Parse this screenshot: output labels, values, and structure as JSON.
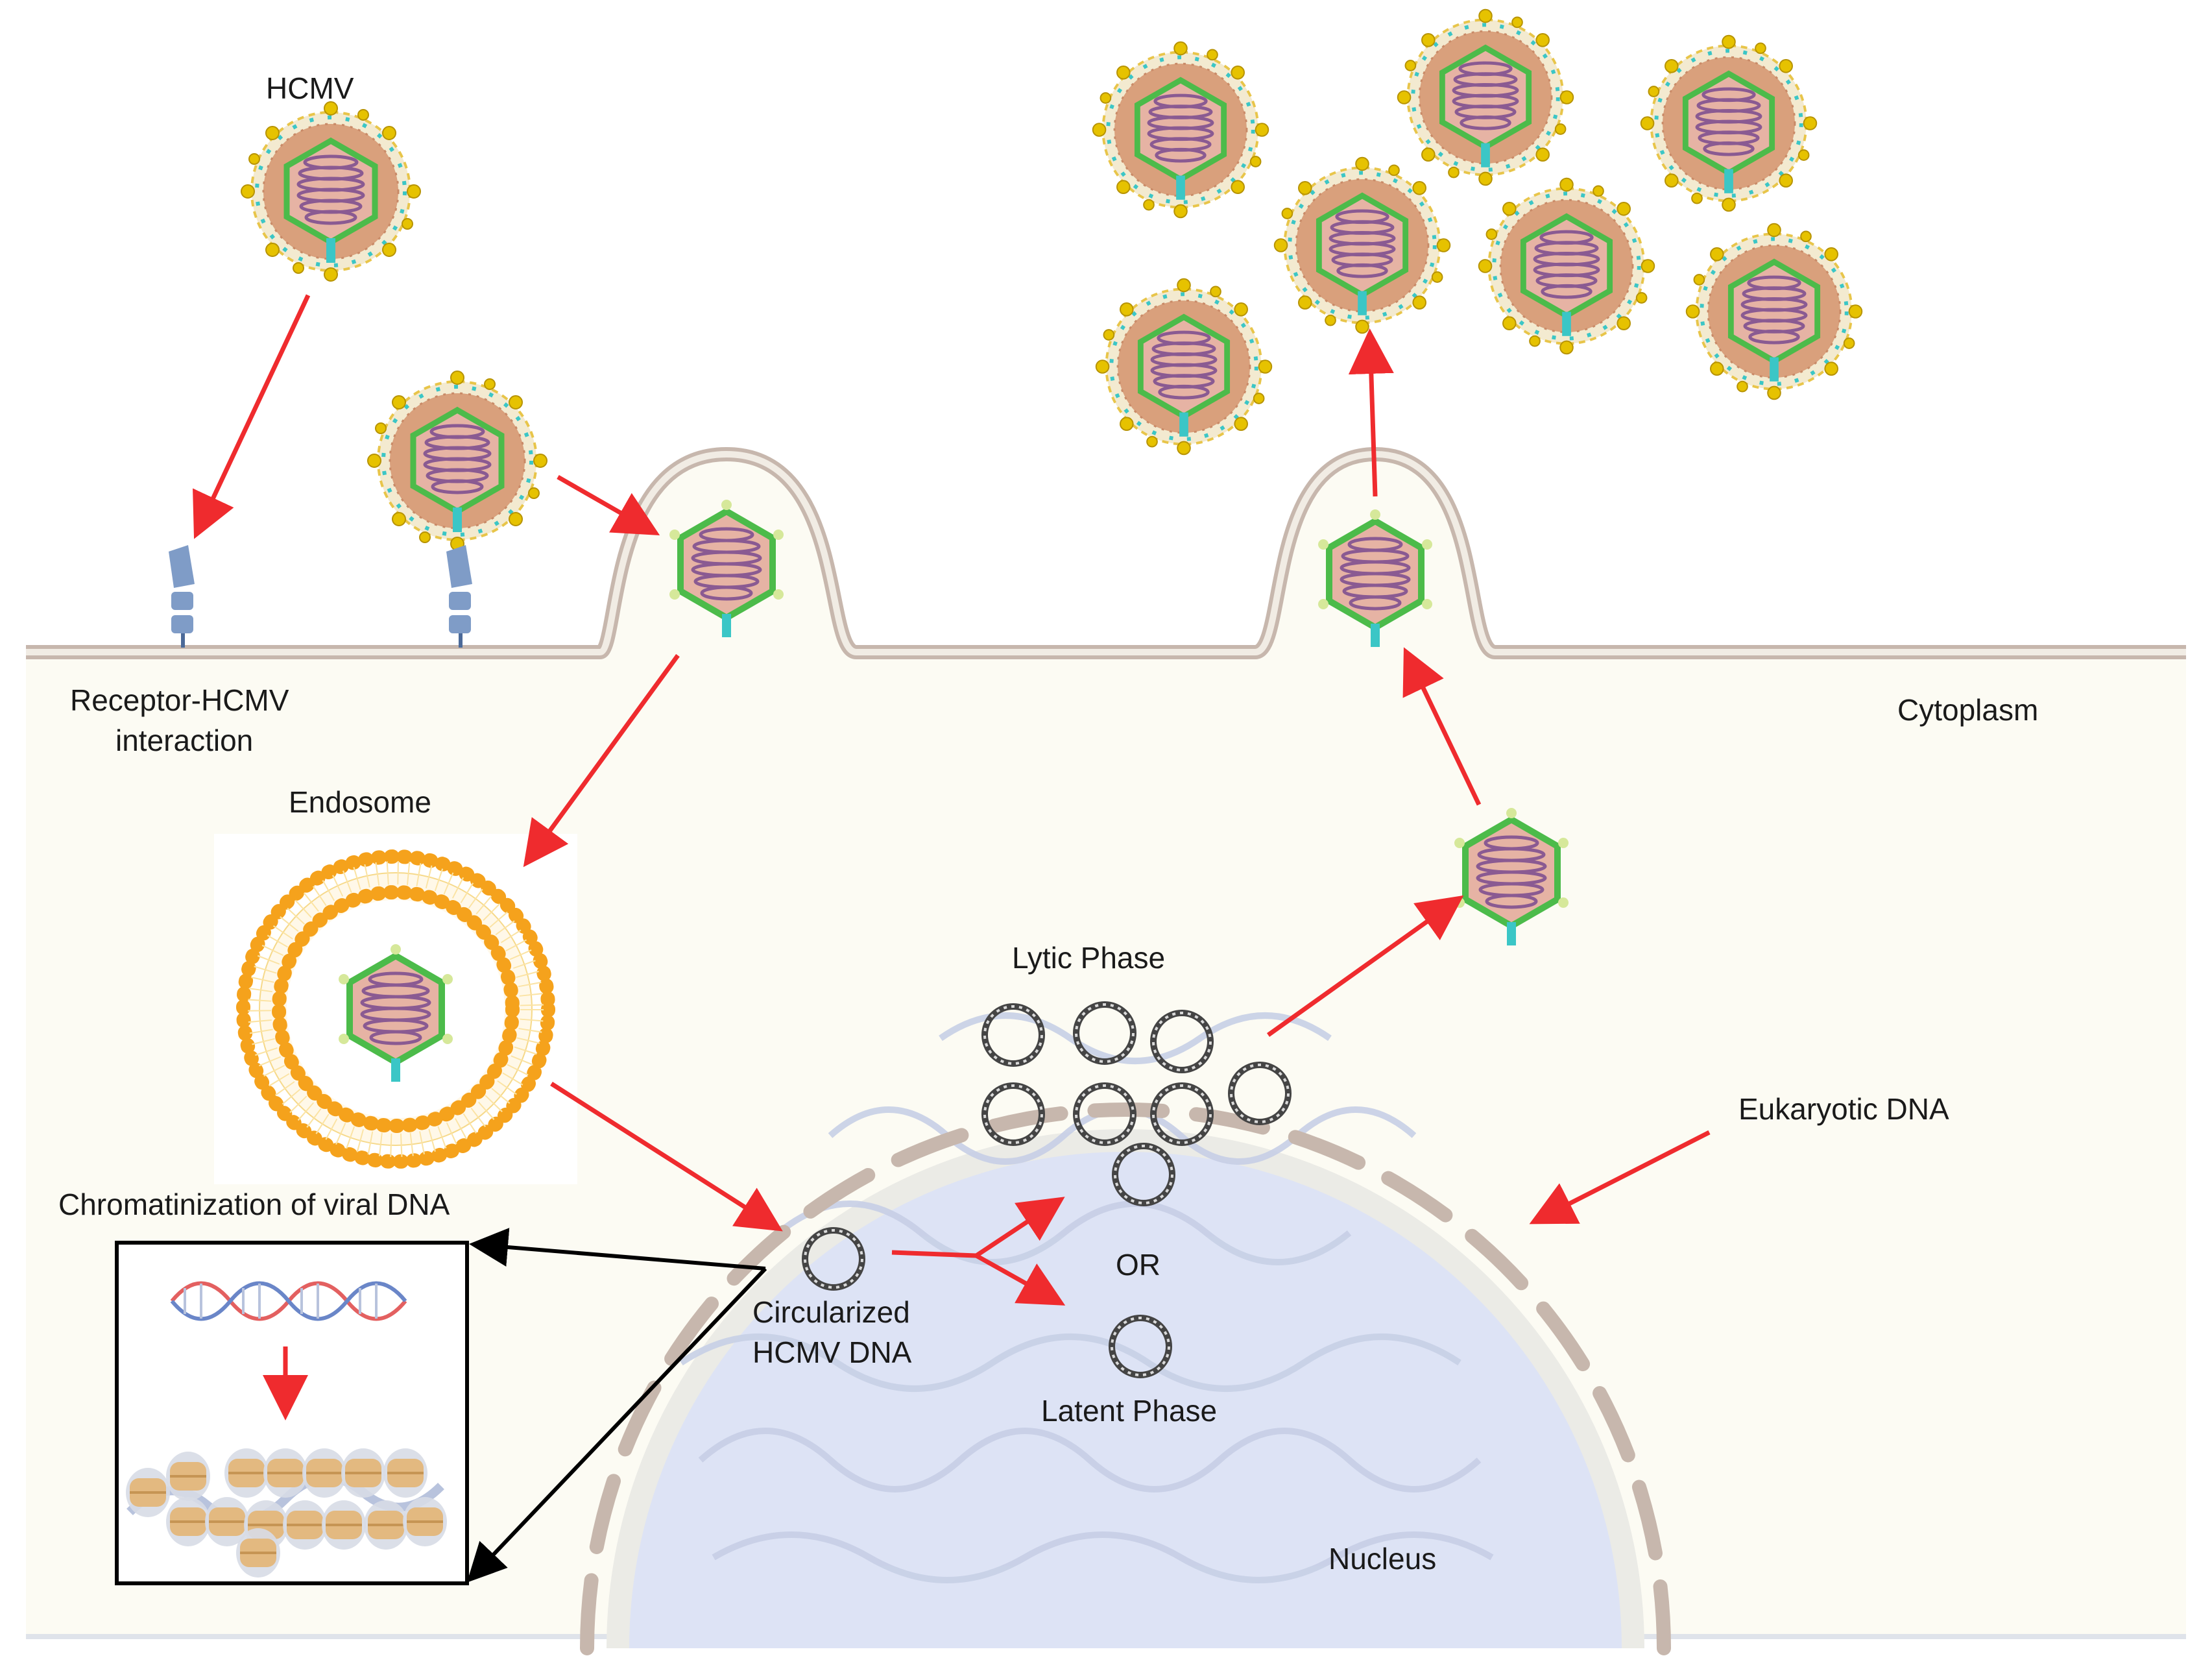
{
  "labels": {
    "hcmv": "HCMV",
    "receptor_line1": "Receptor-HCMV",
    "receptor_line2": "interaction",
    "endosome": "Endosome",
    "chromatinization": "Chromatinization of viral DNA",
    "circularized_line1": "Circularized",
    "circularized_line2": "HCMV DNA",
    "lytic_phase": "Lytic Phase",
    "or": "OR",
    "latent_phase": "Latent Phase",
    "eukaryotic_dna": "Eukaryotic DNA",
    "cytoplasm": "Cytoplasm",
    "nucleus": "Nucleus"
  },
  "colors": {
    "cytoplasm_fill": "#fcfbf3",
    "membrane": "#c7b7ad",
    "nucleus_fill": "#dde3f5",
    "arrow_red": "#ef2b2e",
    "arrow_black": "#000000",
    "endosome_orange": "#f5a21c",
    "capsid_green": "#4cbb4a",
    "tegument": "#d9a07c",
    "dna_purple": "#8a5a92",
    "envelope_gold": "#e6c200",
    "glyco_cyan": "#3bc6c6",
    "circle_dna": "#444444"
  },
  "icons": {
    "virion": "hcmv-virion-icon",
    "capsid": "nucleocapsid-icon",
    "receptor": "receptor-icon",
    "circular_dna": "circular-dna-icon",
    "double_helix": "double-helix-icon",
    "nucleosome": "nucleosome-icon"
  }
}
